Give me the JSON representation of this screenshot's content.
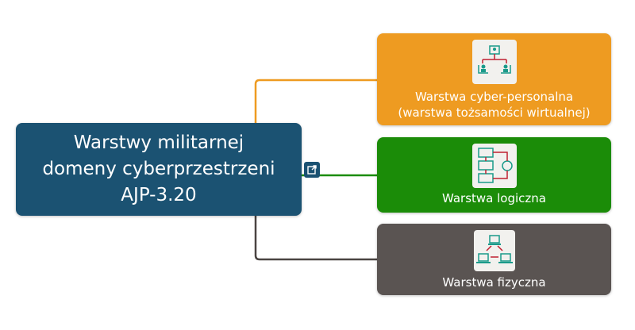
{
  "central": {
    "lines": [
      "Warstwy militarnej",
      "domeny cyberprzestrzeni",
      "AJP-3.20"
    ]
  },
  "children": [
    {
      "lines": [
        "Warstwa cyber-personalna",
        "(warstwa tożsamości wirtualnej)"
      ],
      "icon": "users-network-icon",
      "color": "#ee9b21"
    },
    {
      "lines": [
        "Warstwa logiczna"
      ],
      "icon": "flowchart-icon",
      "color": "#1b8c08"
    },
    {
      "lines": [
        "Warstwa fizyczna"
      ],
      "icon": "computer-network-icon",
      "color": "#5a5452"
    }
  ]
}
